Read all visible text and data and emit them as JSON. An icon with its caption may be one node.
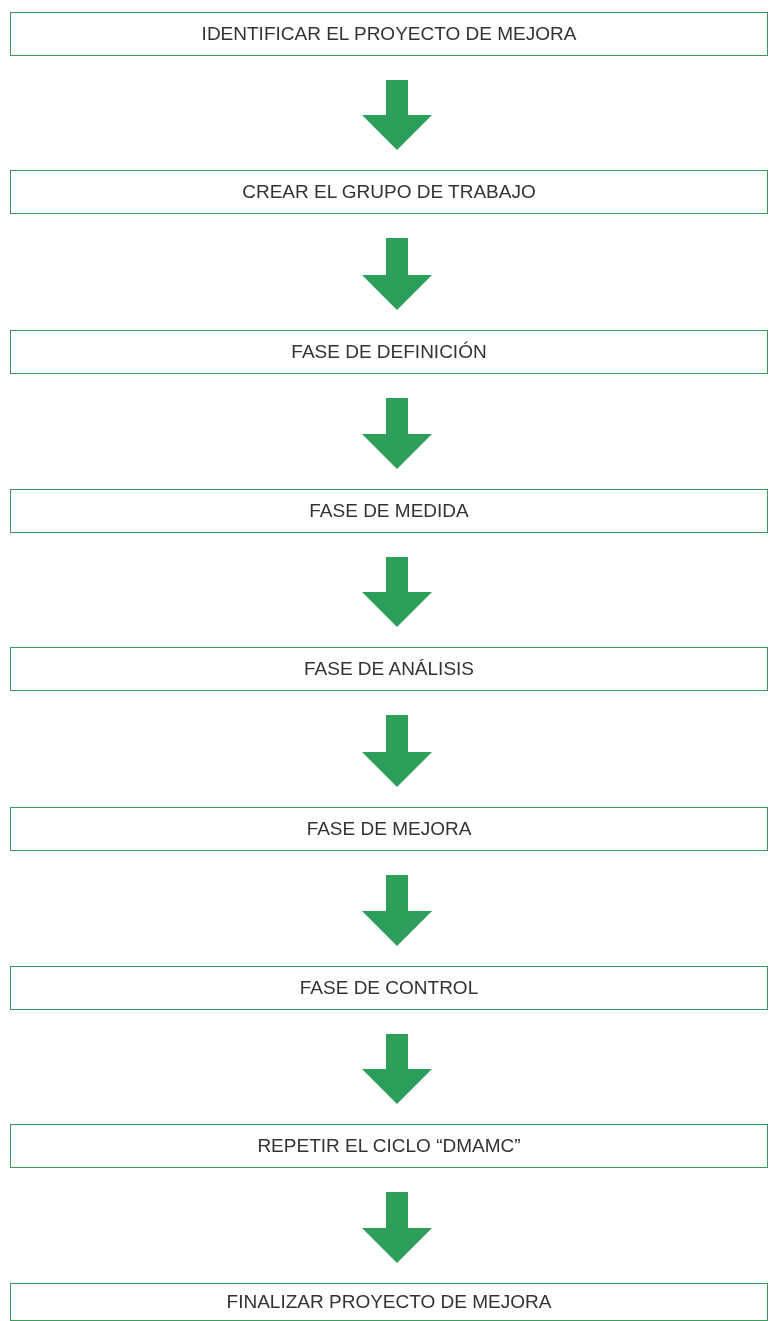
{
  "diagram": {
    "nodes": [
      {
        "text": [
          "IDENTIFICAR EL PROYECTO DE MEJORA"
        ]
      },
      {
        "text": [
          "CREAR EL GRUPO DE TRABAJO"
        ]
      },
      {
        "text": [
          "FASE DE DEFINICIÓN"
        ]
      },
      {
        "text": [
          "FASE DE MEDIDA"
        ]
      },
      {
        "text": [
          "FASE DE ANÁLISIS"
        ]
      },
      {
        "text": [
          "FASE DE MEJORA"
        ]
      },
      {
        "text": [
          "FASE DE CONTROL"
        ]
      },
      {
        "text": [
          "REPETIR EL CICLO “DMAMC”"
        ]
      },
      {
        "text": [
          "FINALIZAR PROYECTO DE MEJORA"
        ]
      }
    ],
    "edges": [
      {
        "from": 0,
        "to": 1,
        "arrow": "to"
      },
      {
        "from": 1,
        "to": 2,
        "arrow": "to"
      },
      {
        "from": 2,
        "to": 3,
        "arrow": "to"
      },
      {
        "from": 3,
        "to": 4,
        "arrow": "to"
      },
      {
        "from": 4,
        "to": 5,
        "arrow": "to"
      },
      {
        "from": 5,
        "to": 6,
        "arrow": "to"
      },
      {
        "from": 6,
        "to": 7,
        "arrow": "to"
      },
      {
        "from": 7,
        "to": 8,
        "arrow": "to"
      }
    ]
  }
}
